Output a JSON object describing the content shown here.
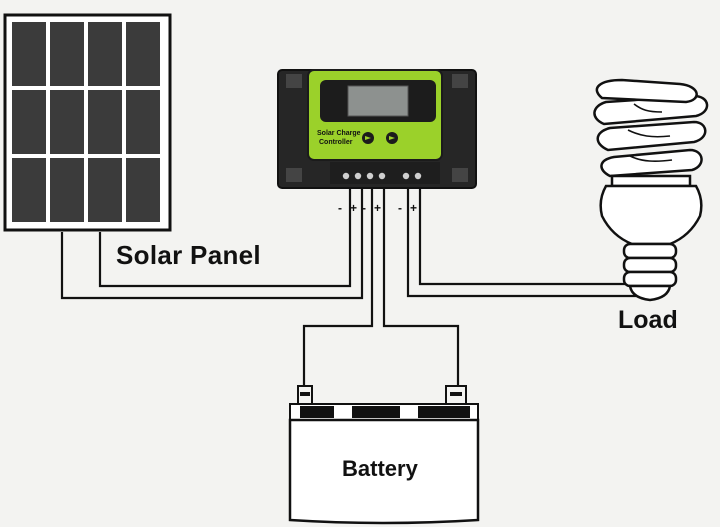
{
  "diagram": {
    "components": {
      "solar_panel": {
        "label": "Solar Panel"
      },
      "controller": {
        "title_line1": "Solar Charge",
        "title_line2": "Controller"
      },
      "battery": {
        "label": "Battery"
      },
      "load": {
        "label": "Load"
      }
    },
    "terminal_polarity": [
      "-",
      "+",
      "-",
      "+",
      "-",
      "+"
    ],
    "colors": {
      "controller_body": "#9bd12a",
      "controller_frame": "#2a2a2a",
      "panel_cell": "#3b3b3b",
      "wire": "#111111"
    }
  }
}
